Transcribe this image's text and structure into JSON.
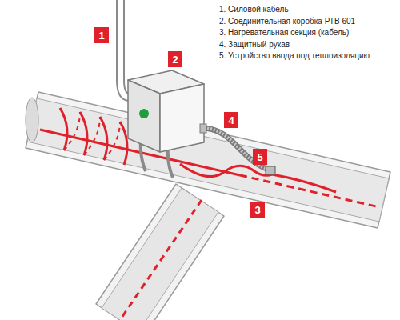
{
  "diagram": {
    "nodes": [
      {
        "text": [
          "1"
        ]
      },
      {
        "text": [
          "2"
        ]
      },
      {
        "text": [
          "3"
        ]
      },
      {
        "text": [
          "4"
        ]
      },
      {
        "text": [
          "5"
        ]
      }
    ],
    "labels": [
      "1. Силовой кабель",
      "2. Соединительная коробка РТВ 601",
      "3. Нагревательная секция (кабель)",
      "4. Защитный рукав",
      "5. Устройство ввода под теплоизоляцию"
    ]
  }
}
